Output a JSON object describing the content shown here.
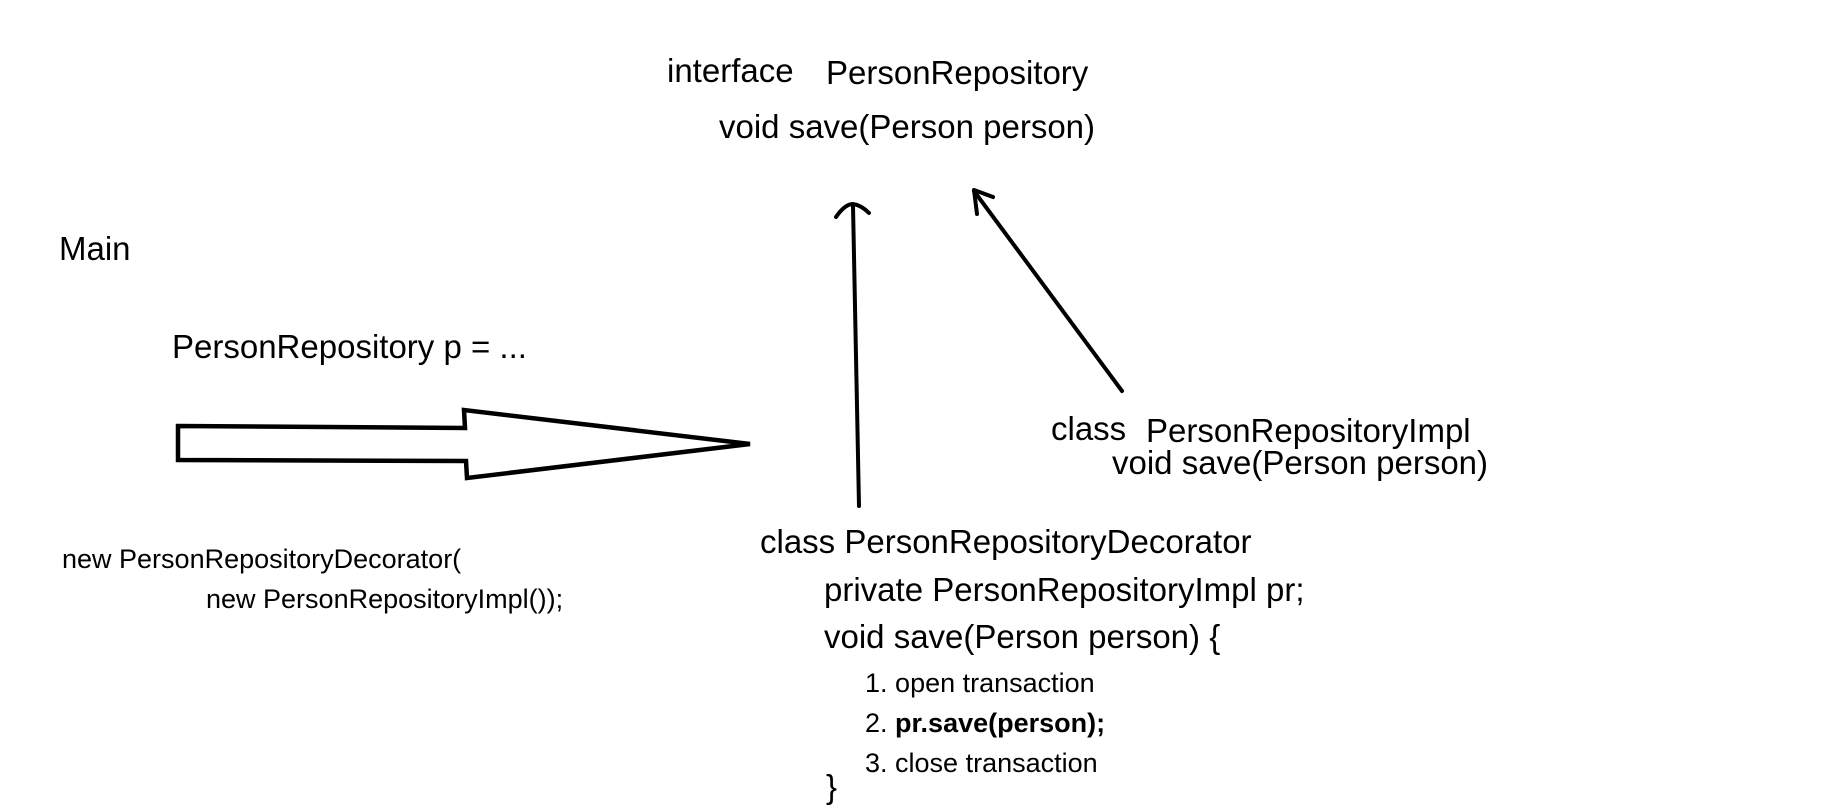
{
  "interface": {
    "keyword": "interface",
    "name": "PersonRepository",
    "method": "void save(Person person)"
  },
  "main": {
    "title": "Main",
    "declaration": "PersonRepository p = ...",
    "construct_line1": "new PersonRepositoryDecorator(",
    "construct_line2": "new PersonRepositoryImpl());"
  },
  "impl": {
    "keyword": "class",
    "name": "PersonRepositoryImpl",
    "method": "void save(Person person)"
  },
  "decorator": {
    "header": "class PersonRepositoryDecorator",
    "field": "private PersonRepositoryImpl pr;",
    "method": "void save(Person person) {",
    "steps": [
      {
        "num": "1.",
        "text": "open transaction"
      },
      {
        "num": "2.",
        "text": "pr.save(person);"
      },
      {
        "num": "3.",
        "text": "close transaction"
      }
    ],
    "close": "}"
  },
  "colors": {
    "ink": "#000000",
    "background": "#ffffff"
  }
}
